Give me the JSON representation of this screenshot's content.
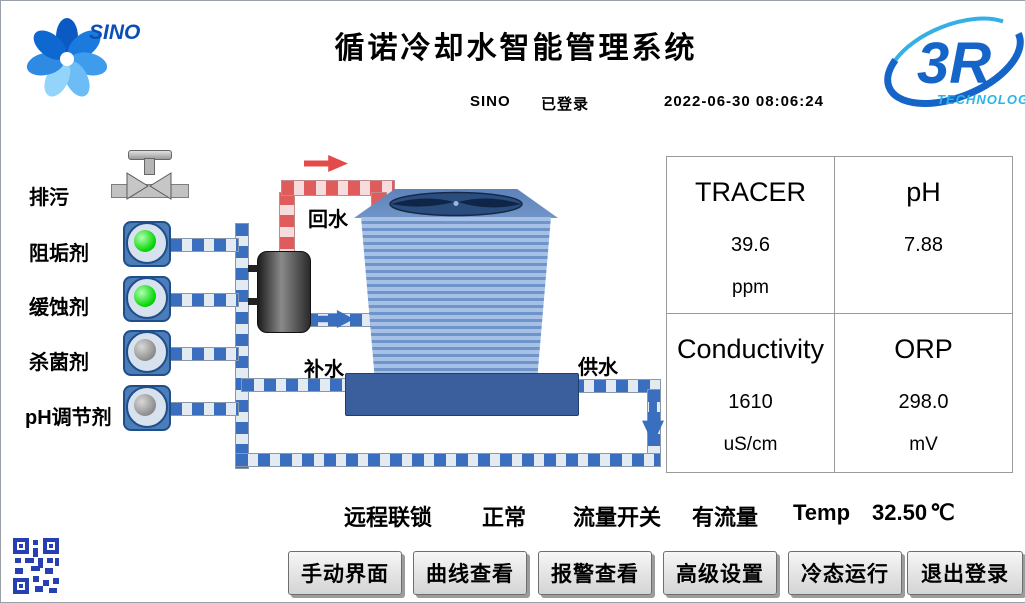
{
  "header": {
    "title": "循诺冷却水智能管理系统",
    "user": "SINO",
    "login_status": "已登录",
    "datetime": "2022-06-30  08:06:24"
  },
  "logos": {
    "sino_text": "SINO",
    "r3_text": "3R",
    "r3_sub": "TECHNOLOGY"
  },
  "chemicals": [
    {
      "label": "排污",
      "device": "valve"
    },
    {
      "label": "阻垢剂",
      "device": "pump",
      "state": "on"
    },
    {
      "label": "缓蚀剂",
      "device": "pump",
      "state": "on"
    },
    {
      "label": "杀菌剂",
      "device": "pump",
      "state": "off"
    },
    {
      "label": "pH调节剂",
      "device": "pump",
      "state": "off"
    }
  ],
  "diagram": {
    "return_water": "回水",
    "makeup_water": "补水",
    "supply_water": "供水"
  },
  "measurements": [
    {
      "name": "TRACER",
      "value": "39.6",
      "unit": "ppm"
    },
    {
      "name": "pH",
      "value": "7.88",
      "unit": ""
    },
    {
      "name": "Conductivity",
      "value": "1610",
      "unit": "uS/cm"
    },
    {
      "name": "ORP",
      "value": "298.0",
      "unit": "mV"
    }
  ],
  "status_bar": {
    "interlock_label": "远程联锁",
    "interlock_value": "正常",
    "flow_label": "流量开关",
    "flow_value": "有流量",
    "temp_label": "Temp",
    "temp_value": "32.50",
    "temp_unit": "℃"
  },
  "buttons": [
    {
      "label": "手动界面"
    },
    {
      "label": "曲线查看"
    },
    {
      "label": "报警查看"
    },
    {
      "label": "高级设置"
    },
    {
      "label": "冷态运行"
    },
    {
      "label": "退出登录"
    }
  ],
  "colors": {
    "pump_on": "#00d400",
    "pump_off": "#8c8c8c",
    "pipe_blue": "#3a6fc0",
    "pipe_red": "#e05b5b",
    "tower_blue": "#6e94ca",
    "basin_blue": "#3b5e9d",
    "logo_blue": "#1565c8",
    "logo_cyan": "#2ab4e8"
  }
}
